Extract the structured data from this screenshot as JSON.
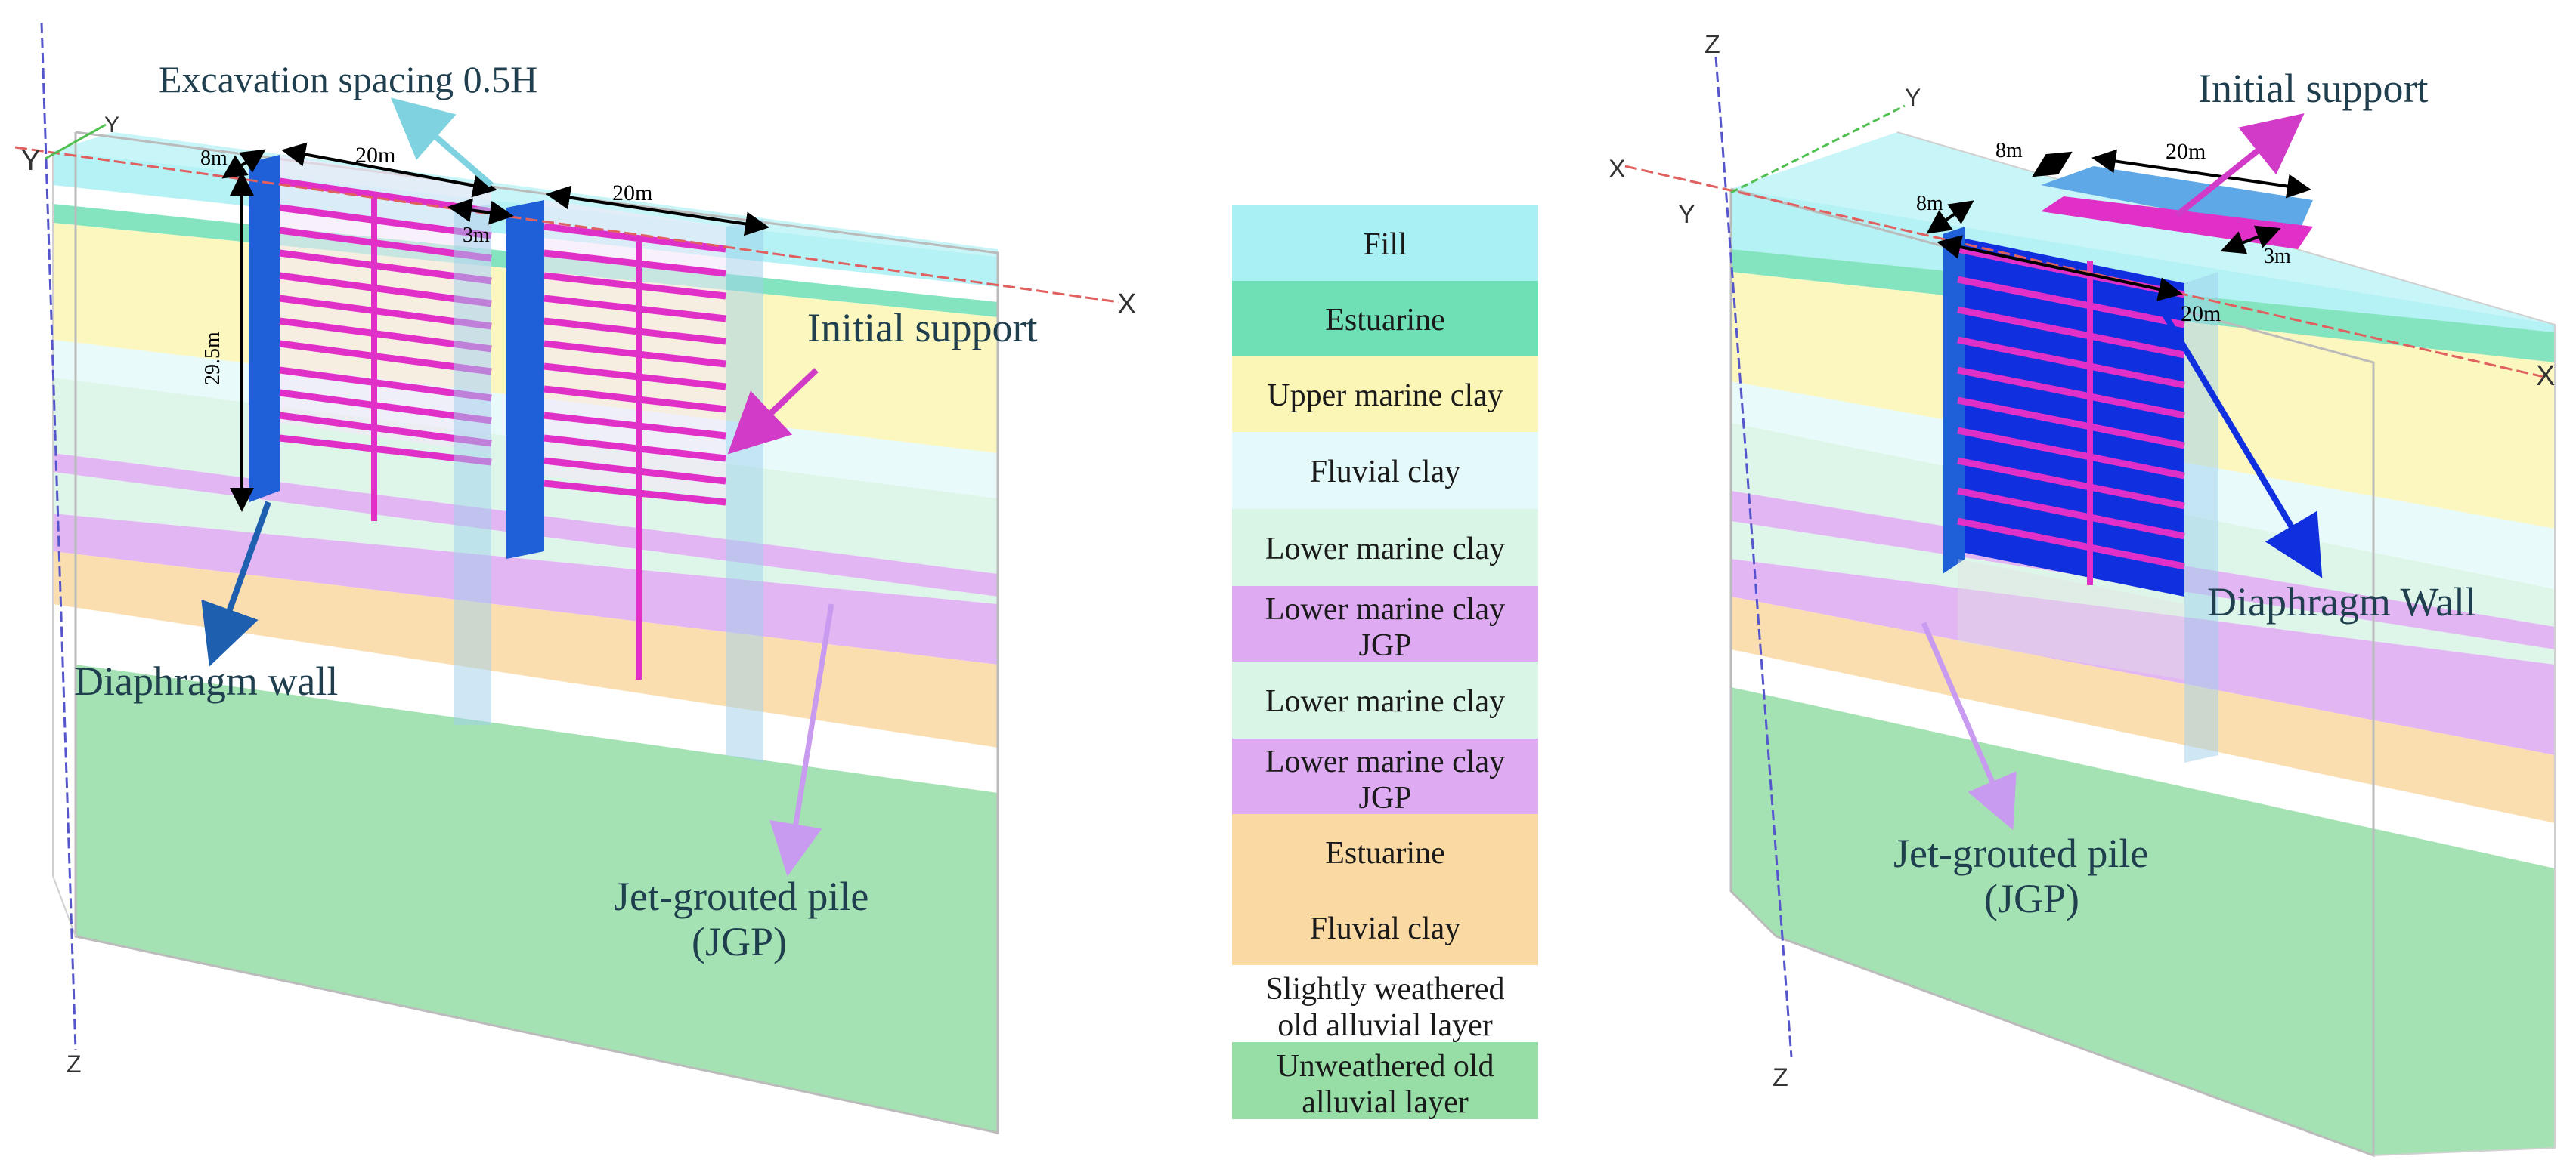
{
  "legend": {
    "items": [
      {
        "lines": [
          "Fill"
        ],
        "color": "#a9f0f4"
      },
      {
        "lines": [
          "Estuarine"
        ],
        "color": "#6fe0b5"
      },
      {
        "lines": [
          "Upper marine clay"
        ],
        "color": "#fbf6b5"
      },
      {
        "lines": [
          "Fluvial  clay"
        ],
        "color": "#e4fafa"
      },
      {
        "lines": [
          "Lower marine clay"
        ],
        "color": "#d9f5e6"
      },
      {
        "lines": [
          "Lower marine clay",
          "JGP"
        ],
        "color": "#deaaf2"
      },
      {
        "lines": [
          "Lower marine clay"
        ],
        "color": "#d9f5e6"
      },
      {
        "lines": [
          "Lower marine clay",
          "JGP"
        ],
        "color": "#deaaf2"
      },
      {
        "lines": [
          "Estuarine"
        ],
        "color": "#fad9a3"
      },
      {
        "lines": [
          "Fluvial  clay"
        ],
        "color": "#fad9a3"
      },
      {
        "lines": [
          "Slightly  weathered",
          "old  alluvial layer"
        ],
        "color": "#ffffff"
      },
      {
        "lines": [
          "Unweathered old",
          "alluvial  layer"
        ],
        "color": "#96dea6"
      }
    ]
  },
  "left_model": {
    "labels": {
      "excavation_spacing": "Excavation spacing 0.5H",
      "initial_support": "Initial support",
      "diaphragm_wall": "Diaphragm  wall",
      "jgp_line1": "Jet-grouted pile",
      "jgp_line2": "(JGP)"
    },
    "dimensions": {
      "width_a": "20m",
      "width_b": "20m",
      "depth_8": "8m",
      "gap_3": "3m",
      "height": "29.5m"
    },
    "axes": {
      "x": "X",
      "y": "Y",
      "y2": "Y",
      "z": "Z"
    }
  },
  "right_model": {
    "labels": {
      "initial_support": "Initial support",
      "diaphragm_wall": "Diaphragm Wall",
      "jgp_line1": "Jet-grouted pile",
      "jgp_line2": "(JGP)"
    },
    "dimensions": {
      "top_20": "20m",
      "top_8": "8m",
      "front_8": "8m",
      "front_20": "20m",
      "gap_3": "3m"
    },
    "axes": {
      "x": "X",
      "x2": "X",
      "y": "Y",
      "y2": "Y",
      "z": "Z",
      "z2": "Z"
    }
  },
  "colors": {
    "fill": "#a9f0f4",
    "estuarine": "#6fe0b5",
    "upper_marine": "#fbf6b5",
    "fluvial": "#e4fafa",
    "lower_marine": "#d9f5e6",
    "jgp": "#deaaf2",
    "estuarine_deep": "#fad9a3",
    "unweathered": "#96dea6",
    "wall": "#1f5fd8",
    "strut": "#e030c8",
    "arrow_teal": "#7fd3e0",
    "arrow_magenta": "#d23ac8",
    "arrow_blue": "#1f5fb0",
    "arrow_lilac": "#c89af0"
  }
}
